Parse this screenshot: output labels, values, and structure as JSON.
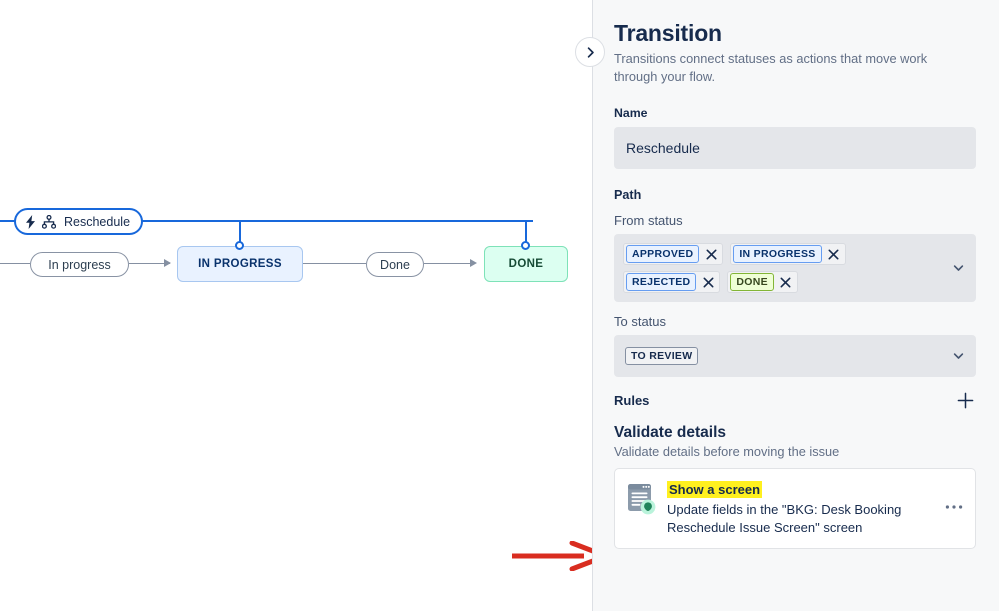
{
  "canvas": {
    "nodes": [
      {
        "id": "in-progress",
        "label": "IN PROGRESS"
      },
      {
        "id": "done",
        "label": "DONE"
      }
    ],
    "transition_pills": [
      {
        "id": "in-progress-pill",
        "label": "In progress"
      },
      {
        "id": "done-pill",
        "label": "Done"
      }
    ],
    "selected_transition": {
      "label": "Reschedule",
      "icons": [
        "lightning-bolt-icon",
        "workflow-nodes-icon"
      ],
      "accent": "#1868DB"
    },
    "collapse_button": {
      "icon": "chevron-right-icon"
    },
    "annotation": {
      "type": "red-arrow",
      "color": "#D92D20"
    }
  },
  "panel": {
    "title": "Transition",
    "subtitle": "Transitions connect statuses as actions that move work through your flow.",
    "name": {
      "label": "Name",
      "value": "Reschedule"
    },
    "path": {
      "heading": "Path",
      "from_status": {
        "label": "From status",
        "chips": [
          {
            "label": "APPROVED",
            "tone": "blue",
            "removable": true,
            "remove_icon": "close-icon"
          },
          {
            "label": "IN PROGRESS",
            "tone": "blue",
            "removable": true,
            "remove_icon": "close-icon"
          },
          {
            "label": "REJECTED",
            "tone": "blue",
            "removable": true,
            "remove_icon": "close-icon"
          },
          {
            "label": "DONE",
            "tone": "green",
            "removable": true,
            "remove_icon": "close-icon"
          }
        ],
        "chevron": "chevron-down-icon"
      },
      "to_status": {
        "label": "To status",
        "chips": [
          {
            "label": "TO REVIEW",
            "tone": "grey",
            "removable": false
          }
        ],
        "chevron": "chevron-down-icon"
      }
    },
    "rules": {
      "heading": "Rules",
      "add_icon": "plus-icon",
      "groups": [
        {
          "title": "Validate details",
          "subtitle": "Validate details before moving the issue",
          "cards": [
            {
              "name": "Show a screen",
              "name_highlight": "#FFF01F",
              "description": "Update fields in the \"BKG: Desk Booking Reschedule Issue Screen\" screen",
              "icon": "screen-document-icon",
              "badge_icon": "green-check-badge-icon",
              "more_icon": "more-horizontal-icon"
            }
          ]
        }
      ]
    }
  }
}
